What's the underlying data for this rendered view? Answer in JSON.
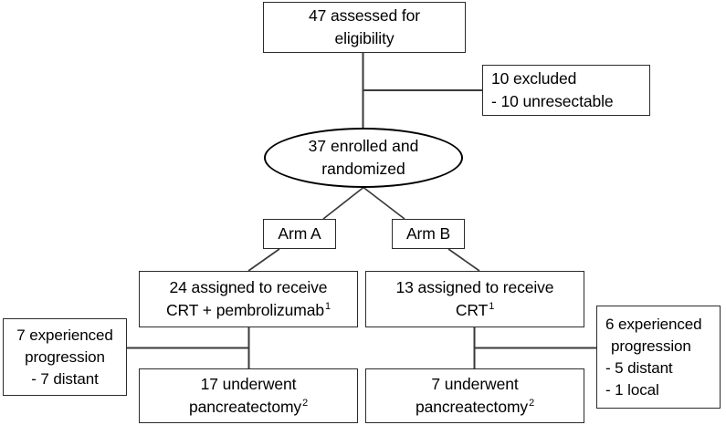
{
  "diagram": {
    "type": "consort-flow-diagram",
    "title": "Trial enrollment and randomization flow",
    "stroke_color": "#2b2b2b",
    "background_color": "#ffffff",
    "nodes": {
      "assessed": {
        "shape": "rectangle",
        "lines": [
          "47 assessed for",
          "eligibility"
        ],
        "align": "center"
      },
      "excluded": {
        "shape": "rectangle",
        "lines": [
          "10 excluded",
          "- 10 unresectable"
        ],
        "align": "left"
      },
      "enrolled": {
        "shape": "ellipse",
        "lines": [
          "37 enrolled and",
          "randomized"
        ],
        "align": "center"
      },
      "arm_a": {
        "shape": "rectangle",
        "lines": [
          "Arm A"
        ],
        "align": "center"
      },
      "arm_b": {
        "shape": "rectangle",
        "lines": [
          "Arm B"
        ],
        "align": "center"
      },
      "arm_a_treatment": {
        "shape": "rectangle",
        "line1": "24 assigned to receive",
        "line2_text": "CRT + pembrolizumab",
        "line2_footnote": "1",
        "align": "center"
      },
      "arm_b_treatment": {
        "shape": "rectangle",
        "line1": "13 assigned to receive",
        "line2_text": "CRT",
        "line2_footnote": "1",
        "align": "center"
      },
      "arm_a_progression": {
        "shape": "rectangle",
        "lines": [
          "7 experienced",
          "progression",
          "- 7 distant"
        ],
        "align": "center"
      },
      "arm_b_progression": {
        "shape": "rectangle",
        "lines": [
          "6 experienced",
          "progression",
          "- 5 distant",
          "- 1 local"
        ],
        "align": "left"
      },
      "arm_a_surgery": {
        "shape": "rectangle",
        "line1": "17 underwent",
        "line2_text": "pancreatectomy",
        "line2_footnote": "2",
        "align": "center"
      },
      "arm_b_surgery": {
        "shape": "rectangle",
        "line1": "7 underwent",
        "line2_text": "pancreatectomy",
        "line2_footnote": "2",
        "align": "center"
      }
    }
  }
}
